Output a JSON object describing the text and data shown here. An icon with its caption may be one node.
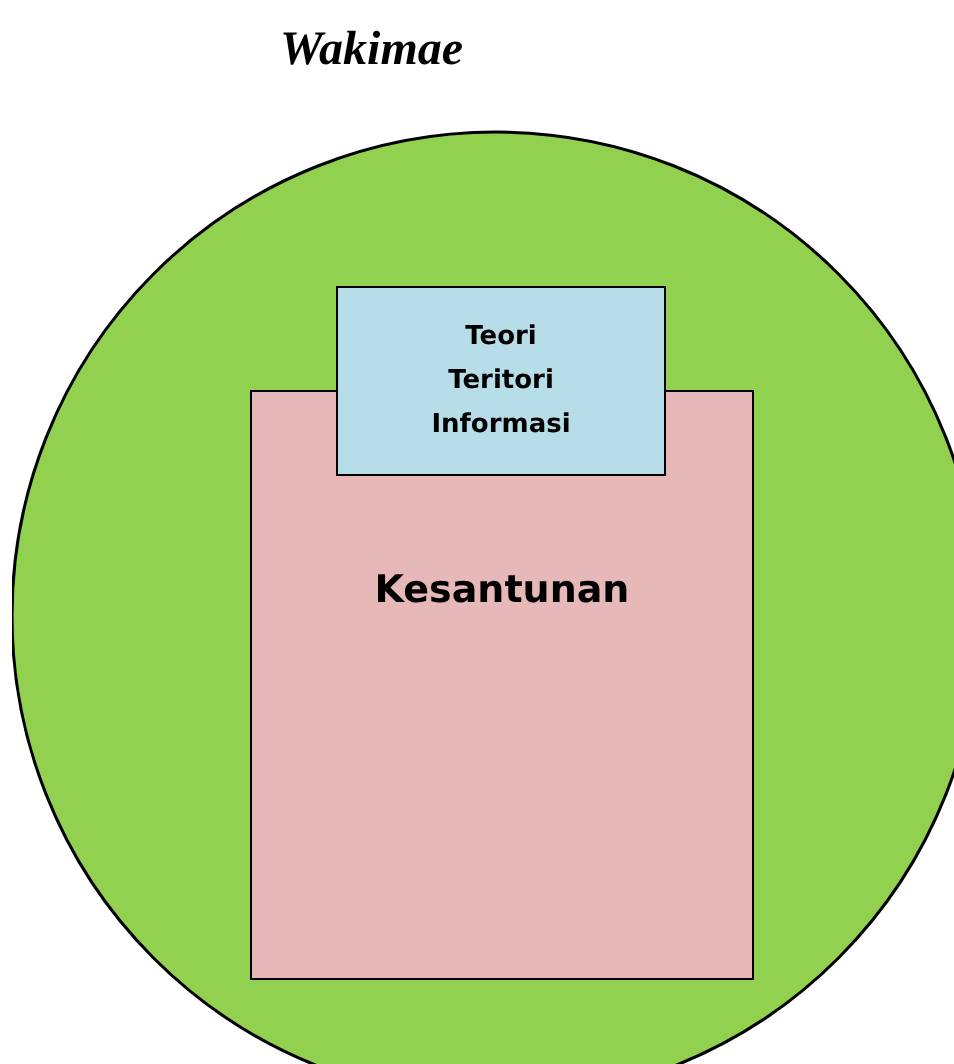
{
  "diagram": {
    "nodes": [
      {
        "text": [
          "Wakimae"
        ]
      },
      {
        "text": [
          "Kesantunan"
        ],
        "in": 0
      },
      {
        "text": [
          "Teori Teritori Informasi"
        ],
        "in": 0
      }
    ],
    "edges": []
  }
}
